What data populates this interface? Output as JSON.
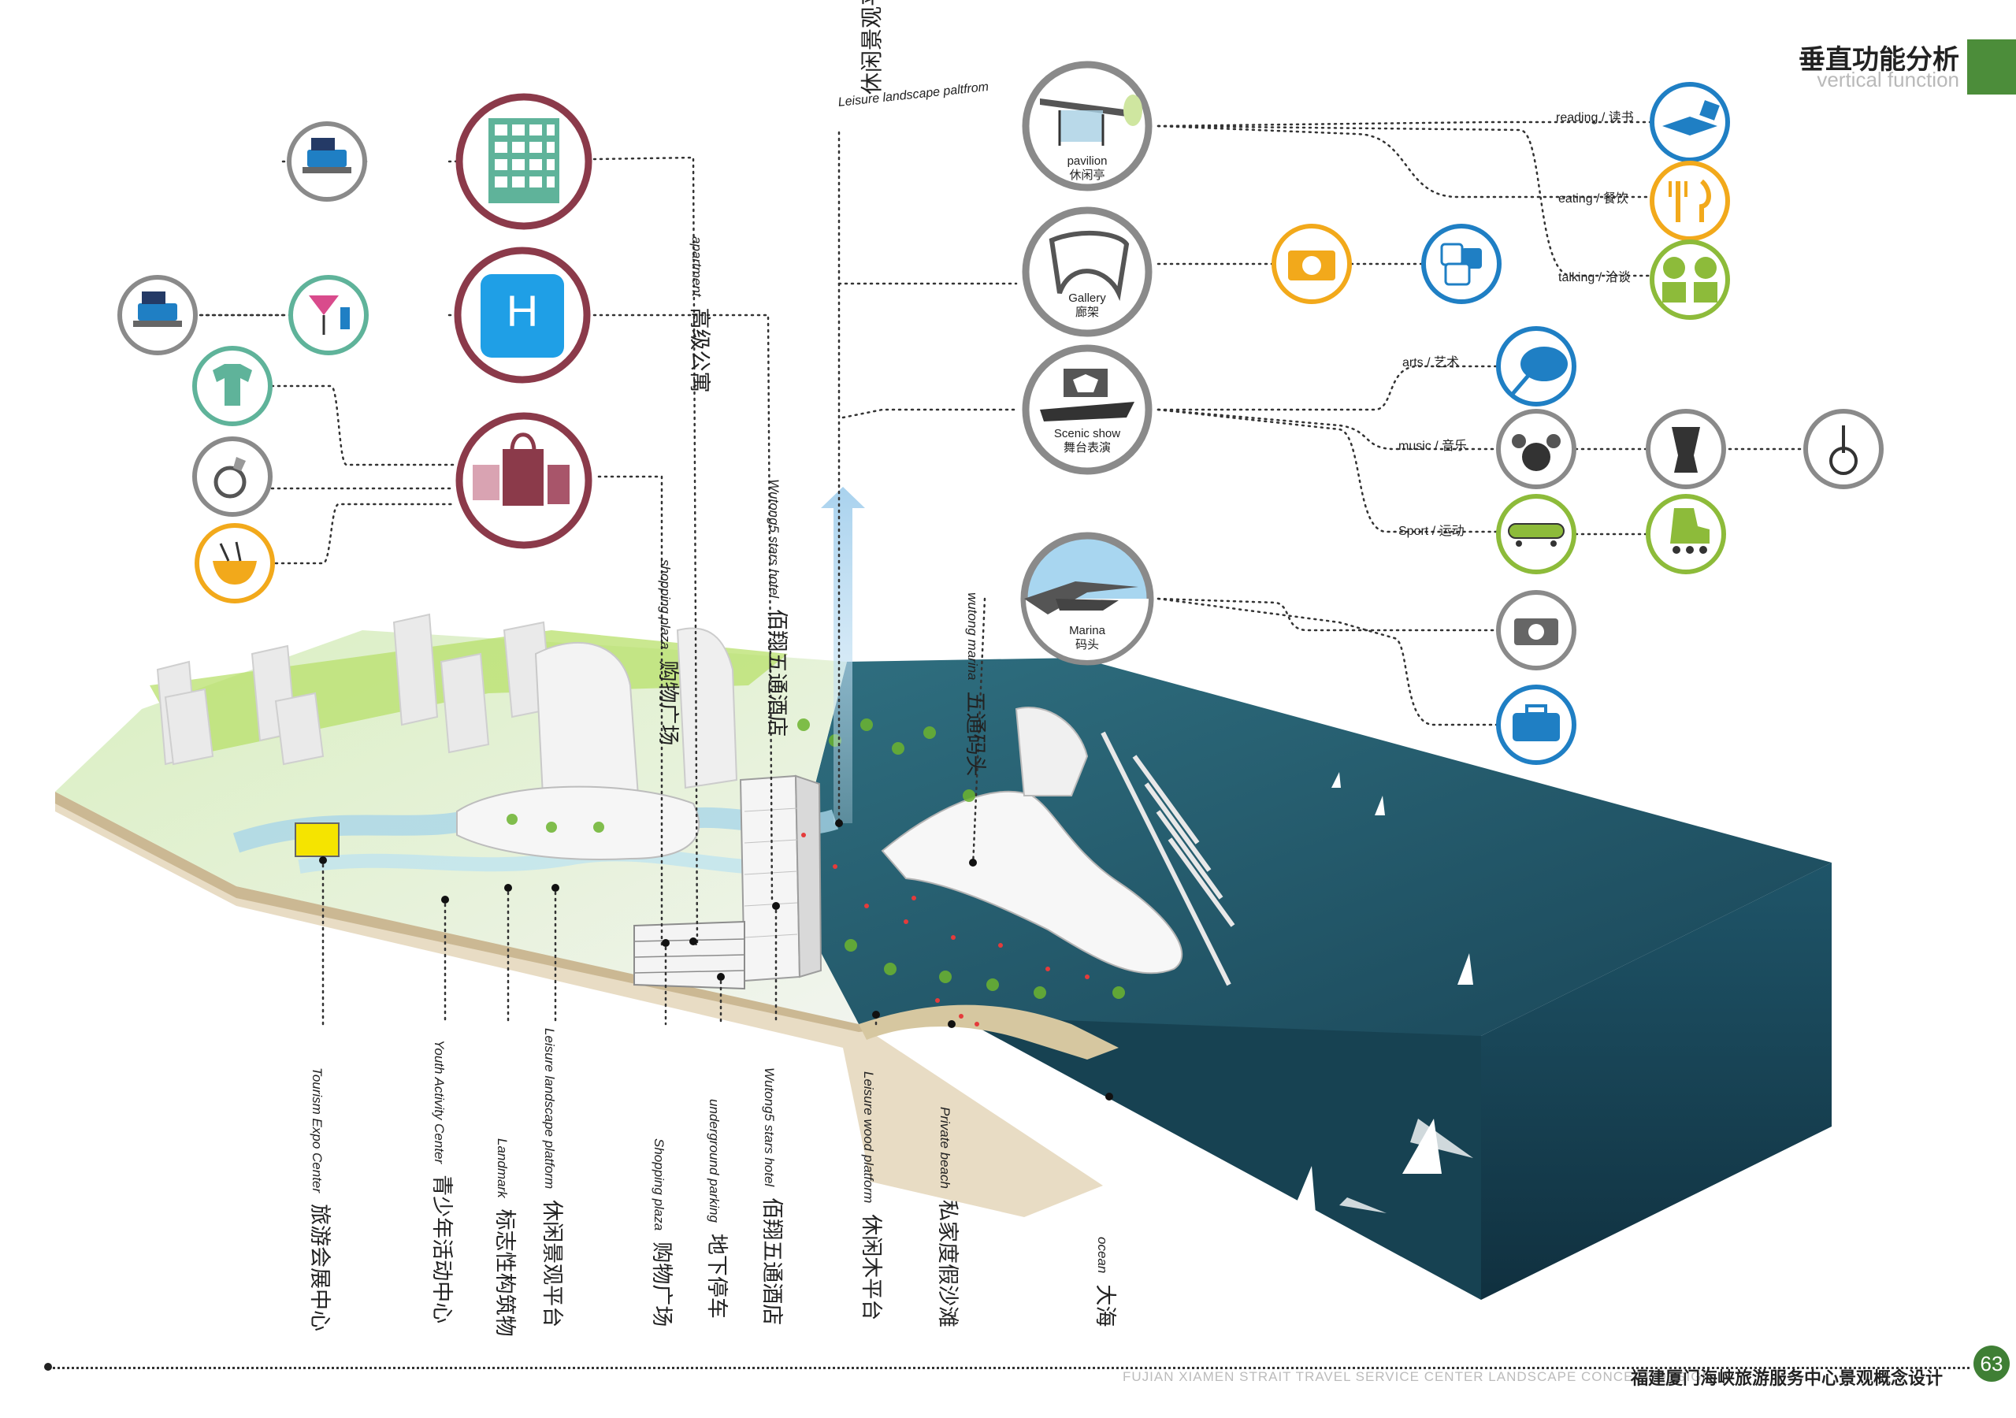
{
  "header": {
    "title_cn": "垂直功能分析",
    "title_en": "vertical function"
  },
  "footer": {
    "title_en": "FUJIAN XIAMEN STRAIT TRAVEL SERVICE CENTER LANDSCAPE CONCEPT DESIGN",
    "title_cn": "福建厦门海峡旅游服务中心景观概念设计",
    "page": "63"
  },
  "colors": {
    "maroon": "#8b3a4a",
    "grey": "#8a8a8a",
    "blue": "#1f7fc4",
    "orange": "#f2a91b",
    "lime": "#8dbb3a",
    "teal": "#5fb39a",
    "sea": "#1d4f64",
    "accent_green": "#4c8d3a"
  },
  "hubs": {
    "pavilion": {
      "en": "pavilion",
      "cn": "休闲亭"
    },
    "gallery": {
      "en": "Gallery",
      "cn": "廊架"
    },
    "scenic": {
      "en": "Scenic show",
      "cn": "舞台表演"
    },
    "marina": {
      "en": "Marina",
      "cn": "码头"
    },
    "hotel_icon": "H"
  },
  "activities": {
    "reading": "reading / 读书",
    "eating": "eating / 餐饮",
    "talking": "talking / 洽谈",
    "arts": "arts / 艺术",
    "music": "music / 音乐",
    "sport": "Sport / 运动"
  },
  "upper_labels": {
    "leisure_platform_en": "Leisure landscape paltfrom",
    "leisure_platform_cn": "休闲景观平台",
    "apartment_en": "apartment",
    "apartment_cn": "高级公寓",
    "shopping_en": "shopping plaza",
    "shopping_cn": "购物广场",
    "hotel_en": "Wutong5 stars hotel",
    "hotel_cn": "佰翔五通酒店",
    "marina_en": "wutong marina",
    "marina_cn": "五通码头"
  },
  "bottom_labels": [
    {
      "en": "Tourism Expo Center",
      "cn": "旅游会展中心"
    },
    {
      "en": "Youth Activity Center",
      "cn": "青少年活动中心"
    },
    {
      "en": "Landmark",
      "cn": "标志性构筑物"
    },
    {
      "en": "Leisure landscape platform",
      "cn": "休闲景观平台"
    },
    {
      "en": "Shopping plaza",
      "cn": "购物广场"
    },
    {
      "en": "underground parking",
      "cn": "地下停车"
    },
    {
      "en": "Wutong5 stars hotel",
      "cn": "佰翔五通酒店"
    },
    {
      "en": "Leisure wood platform",
      "cn": "休闲木平台"
    },
    {
      "en": "Private beach",
      "cn": "私家度假沙滩"
    },
    {
      "en": "ocean",
      "cn": "大海"
    }
  ]
}
